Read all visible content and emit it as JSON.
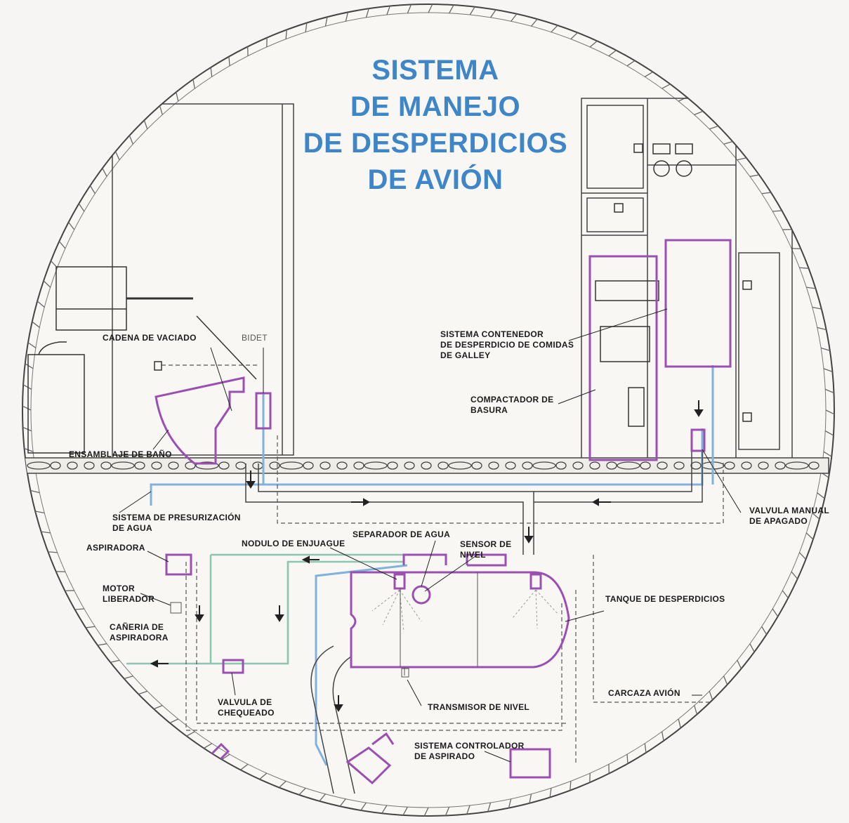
{
  "title": {
    "lines": [
      "SISTEMA",
      "DE MANEJO",
      "DE DESPERDICIOS",
      "DE AVIÓN"
    ],
    "color": "#3e86c8"
  },
  "labels": {
    "cadena_vaciado": "CADENA DE VACIADO",
    "bidet": "BIDET",
    "ensamblaje_bano": "ENSAMBLAJE DE BAÑO",
    "sistema_contenedor": [
      "SISTEMA CONTENEDOR",
      "DE DESPERDICIO DE COMIDAS",
      "DE GALLEY"
    ],
    "compactador": [
      "COMPACTADOR DE",
      "BASURA"
    ],
    "valvula_manual": [
      "VALVULA MANUAL",
      "DE APAGADO"
    ],
    "presurizacion": [
      "SISTEMA DE PRESURIZACIÓN",
      "DE AGUA"
    ],
    "aspiradora": "ASPIRADORA",
    "nodulo_enjuague": "NODULO DE ENJUAGUE",
    "separador_agua": "SEPARADOR DE AGUA",
    "sensor_nivel": [
      "SENSOR DE",
      "NIVEL"
    ],
    "motor_liberador": [
      "MOTOR",
      "LIBERADOR"
    ],
    "caneria_aspiradora": [
      "CAÑERIA DE",
      "ASPIRADORA"
    ],
    "tanque_desperdicios": "TANQUE DE DESPERDICIOS",
    "valvula_chequeado": [
      "VALVULA DE",
      "CHEQUEADO"
    ],
    "transmisor_nivel": "TRANSMISOR DE NIVEL",
    "carcaza_avion": "CARCAZA AVIÓN",
    "controlador_aspirado": [
      "SISTEMA CONTROLADOR",
      "DE ASPIRADO"
    ]
  },
  "colors": {
    "component_outline": "#9b4fb0",
    "water_line": "#7fb3de",
    "vacuum_line": "#8cc6b3",
    "drawing_line": "#333333",
    "background": "#f6f5f3"
  }
}
